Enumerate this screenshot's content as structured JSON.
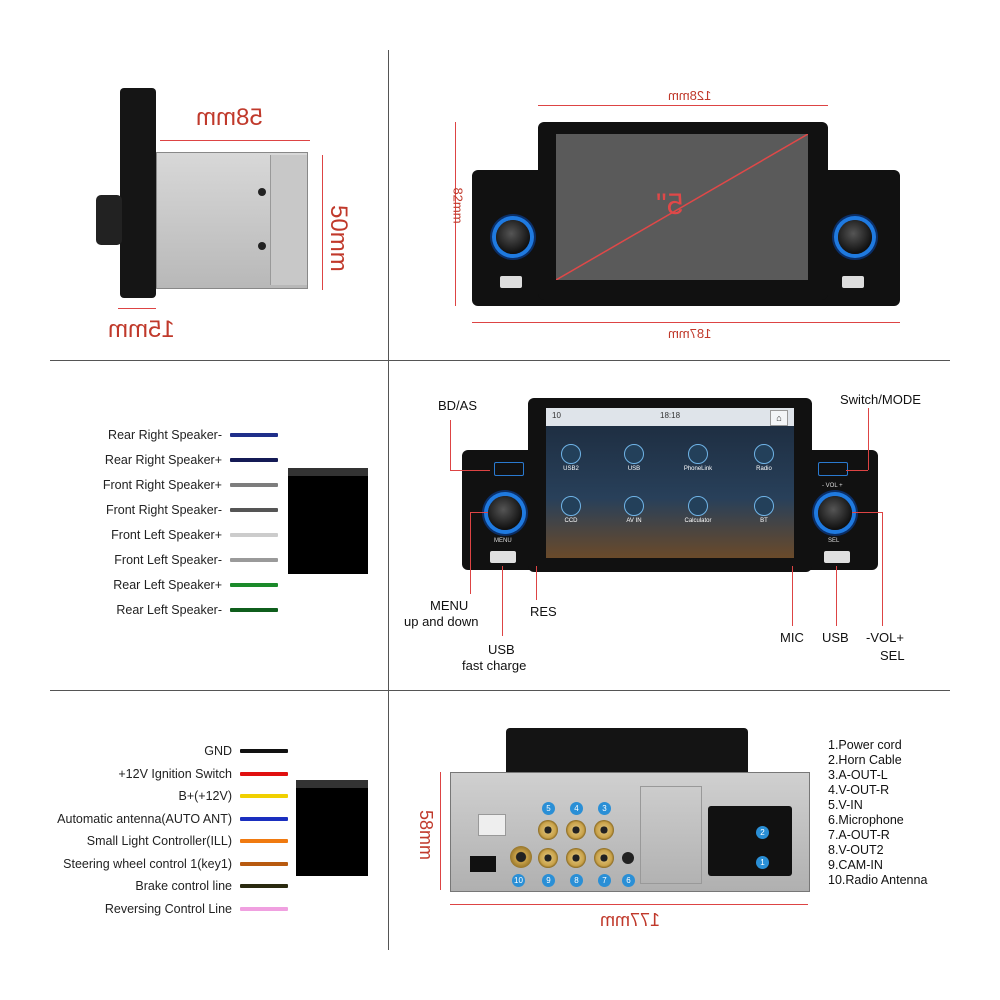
{
  "panel1": {
    "width_label": "58mm",
    "height_label": "50mm",
    "depth_label": "15mm"
  },
  "panel2": {
    "width_top_label": "128mm",
    "width_bottom_label": "187mm",
    "height_label": "82mm",
    "screen_label": "5\""
  },
  "panel3": {
    "wires": [
      {
        "label": "Rear Right Speaker-",
        "color": "#1f2f8a"
      },
      {
        "label": "Rear Right Speaker+",
        "color": "#141a55"
      },
      {
        "label": "Front Right Speaker+",
        "color": "#7d7d7d"
      },
      {
        "label": "Front Right Speaker-",
        "color": "#555555"
      },
      {
        "label": "Front Left Speaker+",
        "color": "#cccccc"
      },
      {
        "label": "Front Left Speaker-",
        "color": "#9a9a9a"
      },
      {
        "label": "Rear Left Speaker+",
        "color": "#1b8a2a"
      },
      {
        "label": "Rear Left Speaker-",
        "color": "#0f5e1c"
      }
    ]
  },
  "panel4": {
    "callouts": {
      "bd_as": "BD/AS",
      "switch_mode": "Switch/MODE",
      "menu": "MENU",
      "menu_sub": "up and down",
      "res": "RES",
      "usb_fast": "USB",
      "usb_fast_sub": "fast charge",
      "mic": "MIC",
      "usb": "USB",
      "vol": "-VOL+",
      "vol_sub": "SEL"
    },
    "screen": {
      "status_left": "10",
      "time": "18:18",
      "apps": [
        "Radio",
        "USB",
        "PhoneLink",
        "USB2",
        "BT",
        "Calculator",
        "AV IN",
        "CCD"
      ]
    },
    "unit_text": {
      "menu_key": "MENU",
      "sel_key": "SEL",
      "vol_key": "- VOL +"
    }
  },
  "panel5": {
    "wires": [
      {
        "label": "GND",
        "color": "#111111"
      },
      {
        "label": "+12V Ignition Switch",
        "color": "#e01010"
      },
      {
        "label": "B+(+12V)",
        "color": "#f0d000"
      },
      {
        "label": "Automatic antenna(AUTO ANT)",
        "color": "#1a2fbf"
      },
      {
        "label": "Small Light Controller(ILL)",
        "color": "#f07a10"
      },
      {
        "label": "Steering wheel control 1(key1)",
        "color": "#b85a10"
      },
      {
        "label": "Brake control line",
        "color": "#2a2a10"
      },
      {
        "label": "Reversing Control Line",
        "color": "#f0a0e0"
      }
    ]
  },
  "panel6": {
    "width_label": "177mm",
    "height_label": "58mm",
    "ports": [
      "1.Power cord",
      "2.Horn Cable",
      "3.A-OUT-L",
      "4.V-OUT-R",
      "5.V-IN",
      "6.Microphone",
      "7.A-OUT-R",
      "8.V-OUT2",
      "9.CAM-IN",
      "10.Radio Antenna"
    ]
  }
}
